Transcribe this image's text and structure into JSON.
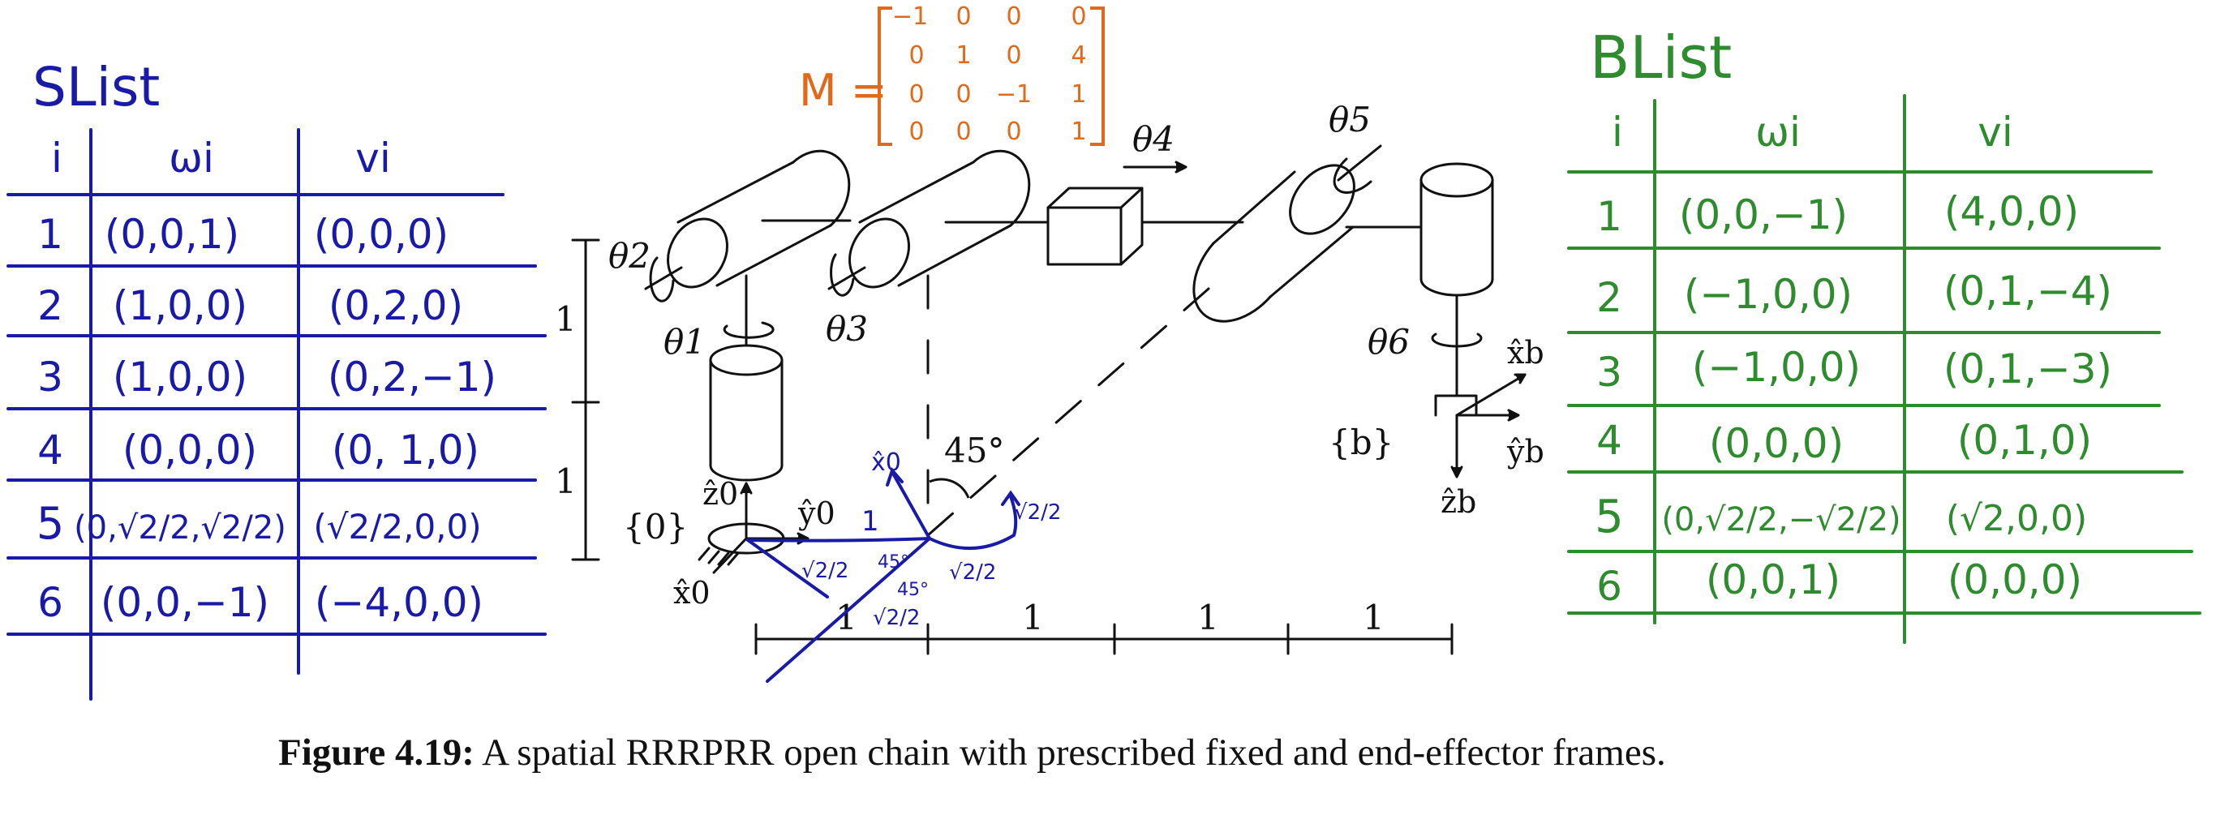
{
  "colors": {
    "slist": "#1a1aa8",
    "blist": "#2e8b2e",
    "matrix": "#e06a1a",
    "blue_sketch": "#1a1aa8",
    "ink": "#111111"
  },
  "slist": {
    "title": "SList",
    "headers": [
      "i",
      "ωi",
      "vi"
    ],
    "rows": [
      {
        "i": "1",
        "w": "(0,0,1)",
        "v": "(0,0,0)"
      },
      {
        "i": "2",
        "w": "(1,0,0)",
        "v": "(0,2,0)"
      },
      {
        "i": "3",
        "w": "(1,0,0)",
        "v": "(0,2,−1)"
      },
      {
        "i": "4",
        "w": "(0,0,0)",
        "v": "(0, 1,0)"
      },
      {
        "i": "5",
        "w": "(0,√2/2,√2/2)",
        "v": "(√2/2,0,0)"
      },
      {
        "i": "6",
        "w": "(0,0,−1)",
        "v": "(−4,0,0)"
      }
    ]
  },
  "blist": {
    "title": "BList",
    "headers": [
      "i",
      "ωi",
      "vi"
    ],
    "rows": [
      {
        "i": "1",
        "w": "(0,0,−1)",
        "v": "(4,0,0)"
      },
      {
        "i": "2",
        "w": "(−1,0,0)",
        "v": "(0,1,−4)"
      },
      {
        "i": "3",
        "w": "(−1,0,0)",
        "v": "(0,1,−3)"
      },
      {
        "i": "4",
        "w": "(0,0,0)",
        "v": "(0,1,0)"
      },
      {
        "i": "5",
        "w": "(0,√2/2,−√2/2)",
        "v": "(√2,0,0)"
      },
      {
        "i": "6",
        "w": "(0,0,1)",
        "v": "(0,0,0)"
      }
    ]
  },
  "matrix_m": {
    "label": "M =",
    "rows": [
      [
        "−1",
        "0",
        "0",
        "0"
      ],
      [
        "0",
        "1",
        "0",
        "4"
      ],
      [
        "0",
        "0",
        "−1",
        "1"
      ],
      [
        "0",
        "0",
        "0",
        "1"
      ]
    ]
  },
  "robot": {
    "joint_labels": [
      "θ1",
      "θ2",
      "θ3",
      "θ4",
      "θ5",
      "θ6"
    ],
    "frame0": "{0}",
    "frameb": "{b}",
    "z0": "ẑ0",
    "y0": "ŷ0",
    "x0": "x̂0",
    "xb": "x̂b",
    "yb": "ŷb",
    "zb": "ẑb",
    "angle": "45°",
    "vertical_dims": [
      "1",
      "1"
    ],
    "horizontal_dims": [
      "1",
      "1",
      "1",
      "1"
    ]
  },
  "sketch": {
    "one": "1",
    "root2over2": "√2/2",
    "deg45": "45°",
    "x0": "x̂0"
  },
  "caption": {
    "label": "Figure 4.19:",
    "text": " A spatial RRRPRR open chain with prescribed fixed and end-effector frames."
  }
}
